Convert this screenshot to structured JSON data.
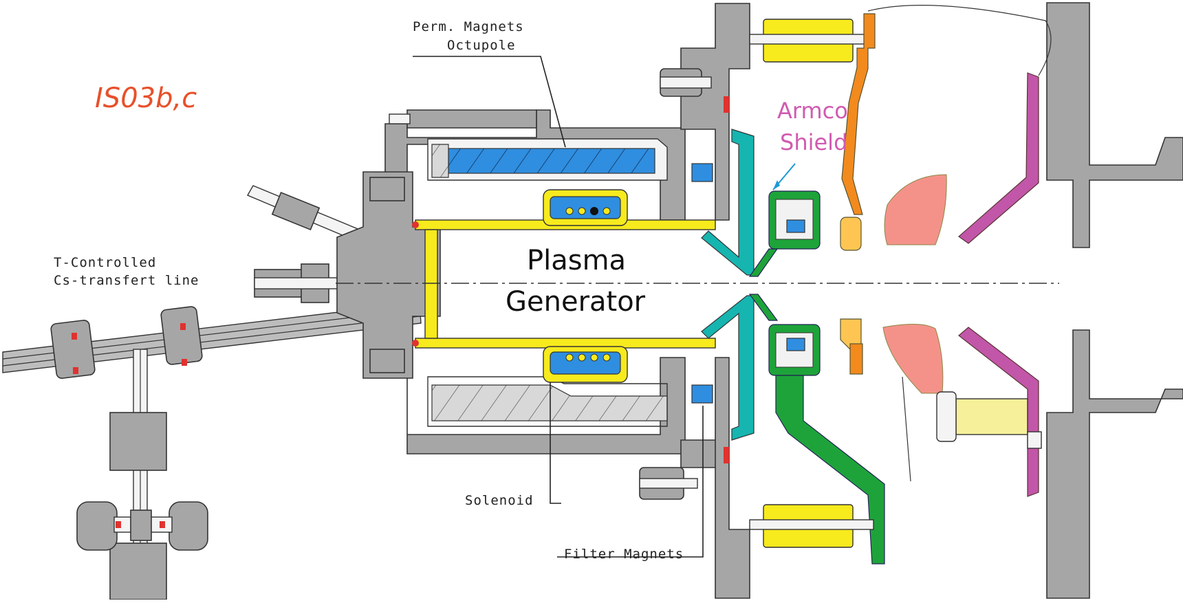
{
  "tag": "IS03b,c",
  "labels": {
    "perm_magnets_line1": "Perm. Magnets",
    "perm_magnets_line2": "Octupole",
    "armco_line1": "Armco",
    "armco_line2": "Shield",
    "t_controlled_line1": "T-Controlled",
    "t_controlled_line2": "Cs-transfert line",
    "plasma_line1": "Plasma",
    "plasma_line2": "Generator",
    "solenoid": "Solenoid",
    "filter_magnets": "Filter Magnets"
  },
  "colors": {
    "tag": "#e8502a",
    "armco": "#d05bb0",
    "body_gray": "#a6a6a6",
    "yellow": "#f7ea1d",
    "blue": "#2f8ee0",
    "teal": "#16b5b0",
    "green": "#1ea33a",
    "orange": "#f28a1e",
    "salmon": "#f4928a",
    "magenta": "#c256a8"
  }
}
